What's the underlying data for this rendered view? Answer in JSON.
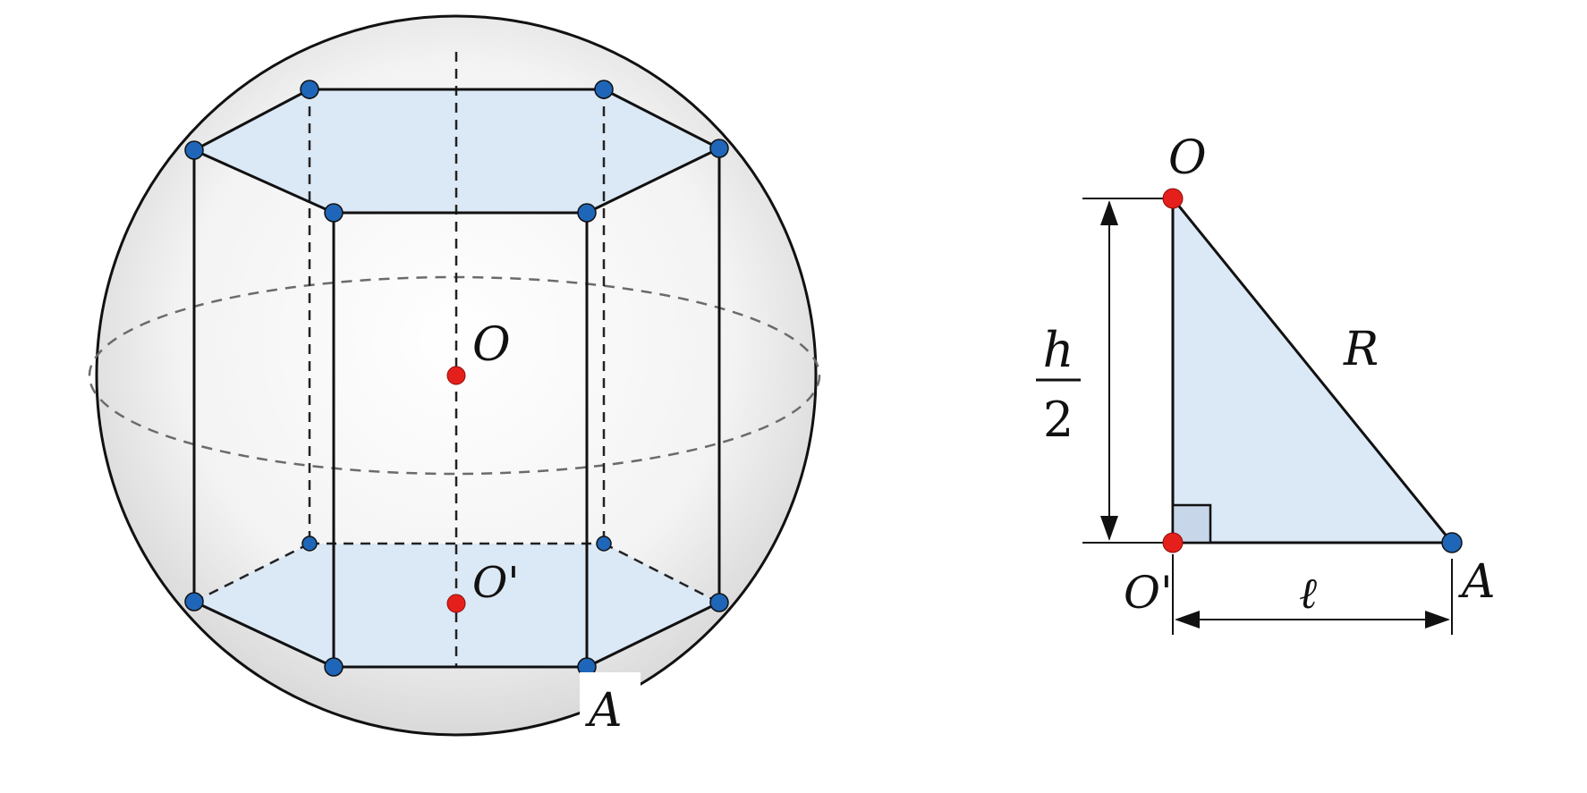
{
  "colors": {
    "vertex_blue": "#1f66b8",
    "center_red": "#e5201c",
    "face_fill": "#dbe8f5",
    "line": "#111111",
    "sphere_shade": "#e6e6e6"
  },
  "left_figure": {
    "labels": {
      "center": "O",
      "base_center": "O'",
      "vertex": "A"
    }
  },
  "right_figure": {
    "labels": {
      "top": "O",
      "right_angle_vertex": "O'",
      "vertex": "A",
      "hypotenuse": "R",
      "base": "ℓ",
      "height_numerator": "h",
      "height_denominator": "2"
    }
  }
}
